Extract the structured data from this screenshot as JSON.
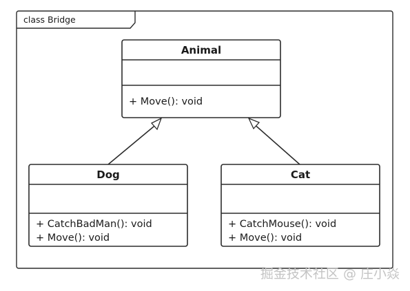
{
  "frame": {
    "title": "class Bridge"
  },
  "classes": {
    "animal": {
      "name": "Animal",
      "attributes": [],
      "operations": [
        "+  Move(): void"
      ]
    },
    "dog": {
      "name": "Dog",
      "attributes": [],
      "operations": [
        "+  CatchBadMan(): void",
        "+  Move(): void"
      ]
    },
    "cat": {
      "name": "Cat",
      "attributes": [],
      "operations": [
        "+  CatchMouse(): void",
        "+  Move(): void"
      ]
    }
  },
  "relations": [
    {
      "type": "generalization",
      "from": "Dog",
      "to": "Animal"
    },
    {
      "type": "generalization",
      "from": "Cat",
      "to": "Animal"
    }
  ],
  "watermark": {
    "text": "掘金技术社区 @ 庄小焱"
  },
  "colors": {
    "stroke": "#2b2b2b",
    "watermark": "#c4c4c4",
    "background": "#ffffff"
  }
}
